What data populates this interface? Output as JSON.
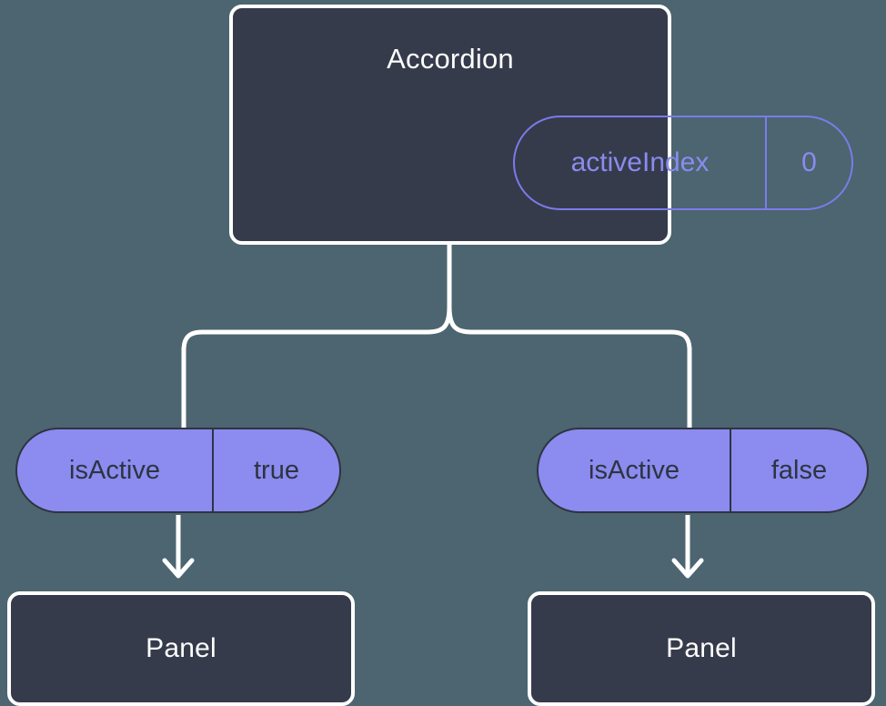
{
  "diagram": {
    "type": "component-state-tree",
    "background_color": "#4c6570",
    "root": {
      "title": "Accordion",
      "state_pill": {
        "key": "activeIndex",
        "value": "0",
        "style": "outlined",
        "border_color": "#7b7bea",
        "text_color": "#8b8bf0"
      },
      "box_fill": "#353b4a",
      "box_border": "#ffffff"
    },
    "children": [
      {
        "prop_pill": {
          "key": "isActive",
          "value": "true",
          "style": "filled",
          "fill_color": "#8b8bf0",
          "text_color": "#2e3440"
        },
        "title": "Panel",
        "box_fill": "#353b4a",
        "box_border": "#ffffff"
      },
      {
        "prop_pill": {
          "key": "isActive",
          "value": "false",
          "style": "filled",
          "fill_color": "#8b8bf0",
          "text_color": "#2e3440"
        },
        "title": "Panel",
        "box_fill": "#353b4a",
        "box_border": "#ffffff"
      }
    ],
    "connectors": {
      "stroke_color": "#ffffff",
      "fork_label": "tree-fork",
      "arrow_label": "down-arrow"
    }
  }
}
